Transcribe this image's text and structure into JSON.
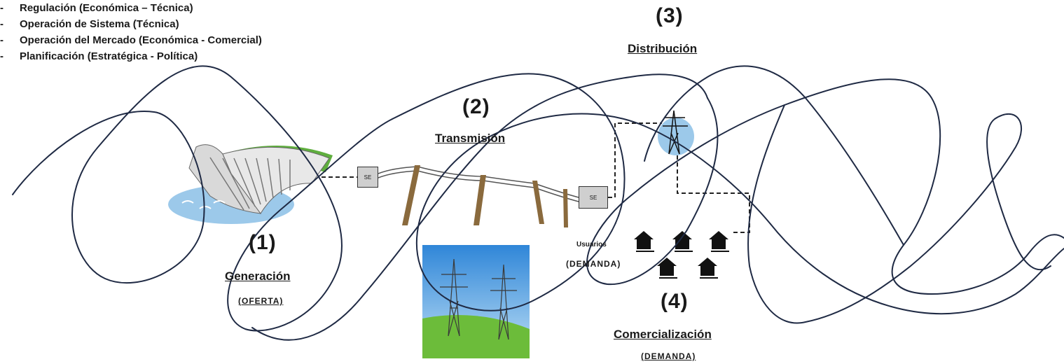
{
  "roles": [
    {
      "dash": "-",
      "text": "Regulación (Económica – Técnica)"
    },
    {
      "dash": "-",
      "text": "Operación de Sistema (Técnica)"
    },
    {
      "dash": "-",
      "text": "Operación del Mercado (Económica - Comercial)"
    },
    {
      "dash": "-",
      "text": "Planificación (Estratégica - Política)"
    }
  ],
  "generation": {
    "number": "(1)",
    "title": "Generación",
    "subtitle": "(OFERTA)"
  },
  "transmission": {
    "number": "(2)",
    "title": "Transmisión"
  },
  "distribution": {
    "number": "(3)",
    "title": "Distribución"
  },
  "commercialization": {
    "number": "(4)",
    "title": "Comercialización",
    "subtitle": "(DEMANDA)"
  },
  "users": {
    "label": "Usuarios",
    "sublabel": "(DEMANDA)"
  },
  "substations": {
    "left": "SE",
    "right": "SE"
  },
  "colors": {
    "ink": "#1f2a44",
    "water": "#9cc9ea",
    "grass": "#5fae3e",
    "pole": "#8a6a3d",
    "sky": "#4a9be0"
  }
}
